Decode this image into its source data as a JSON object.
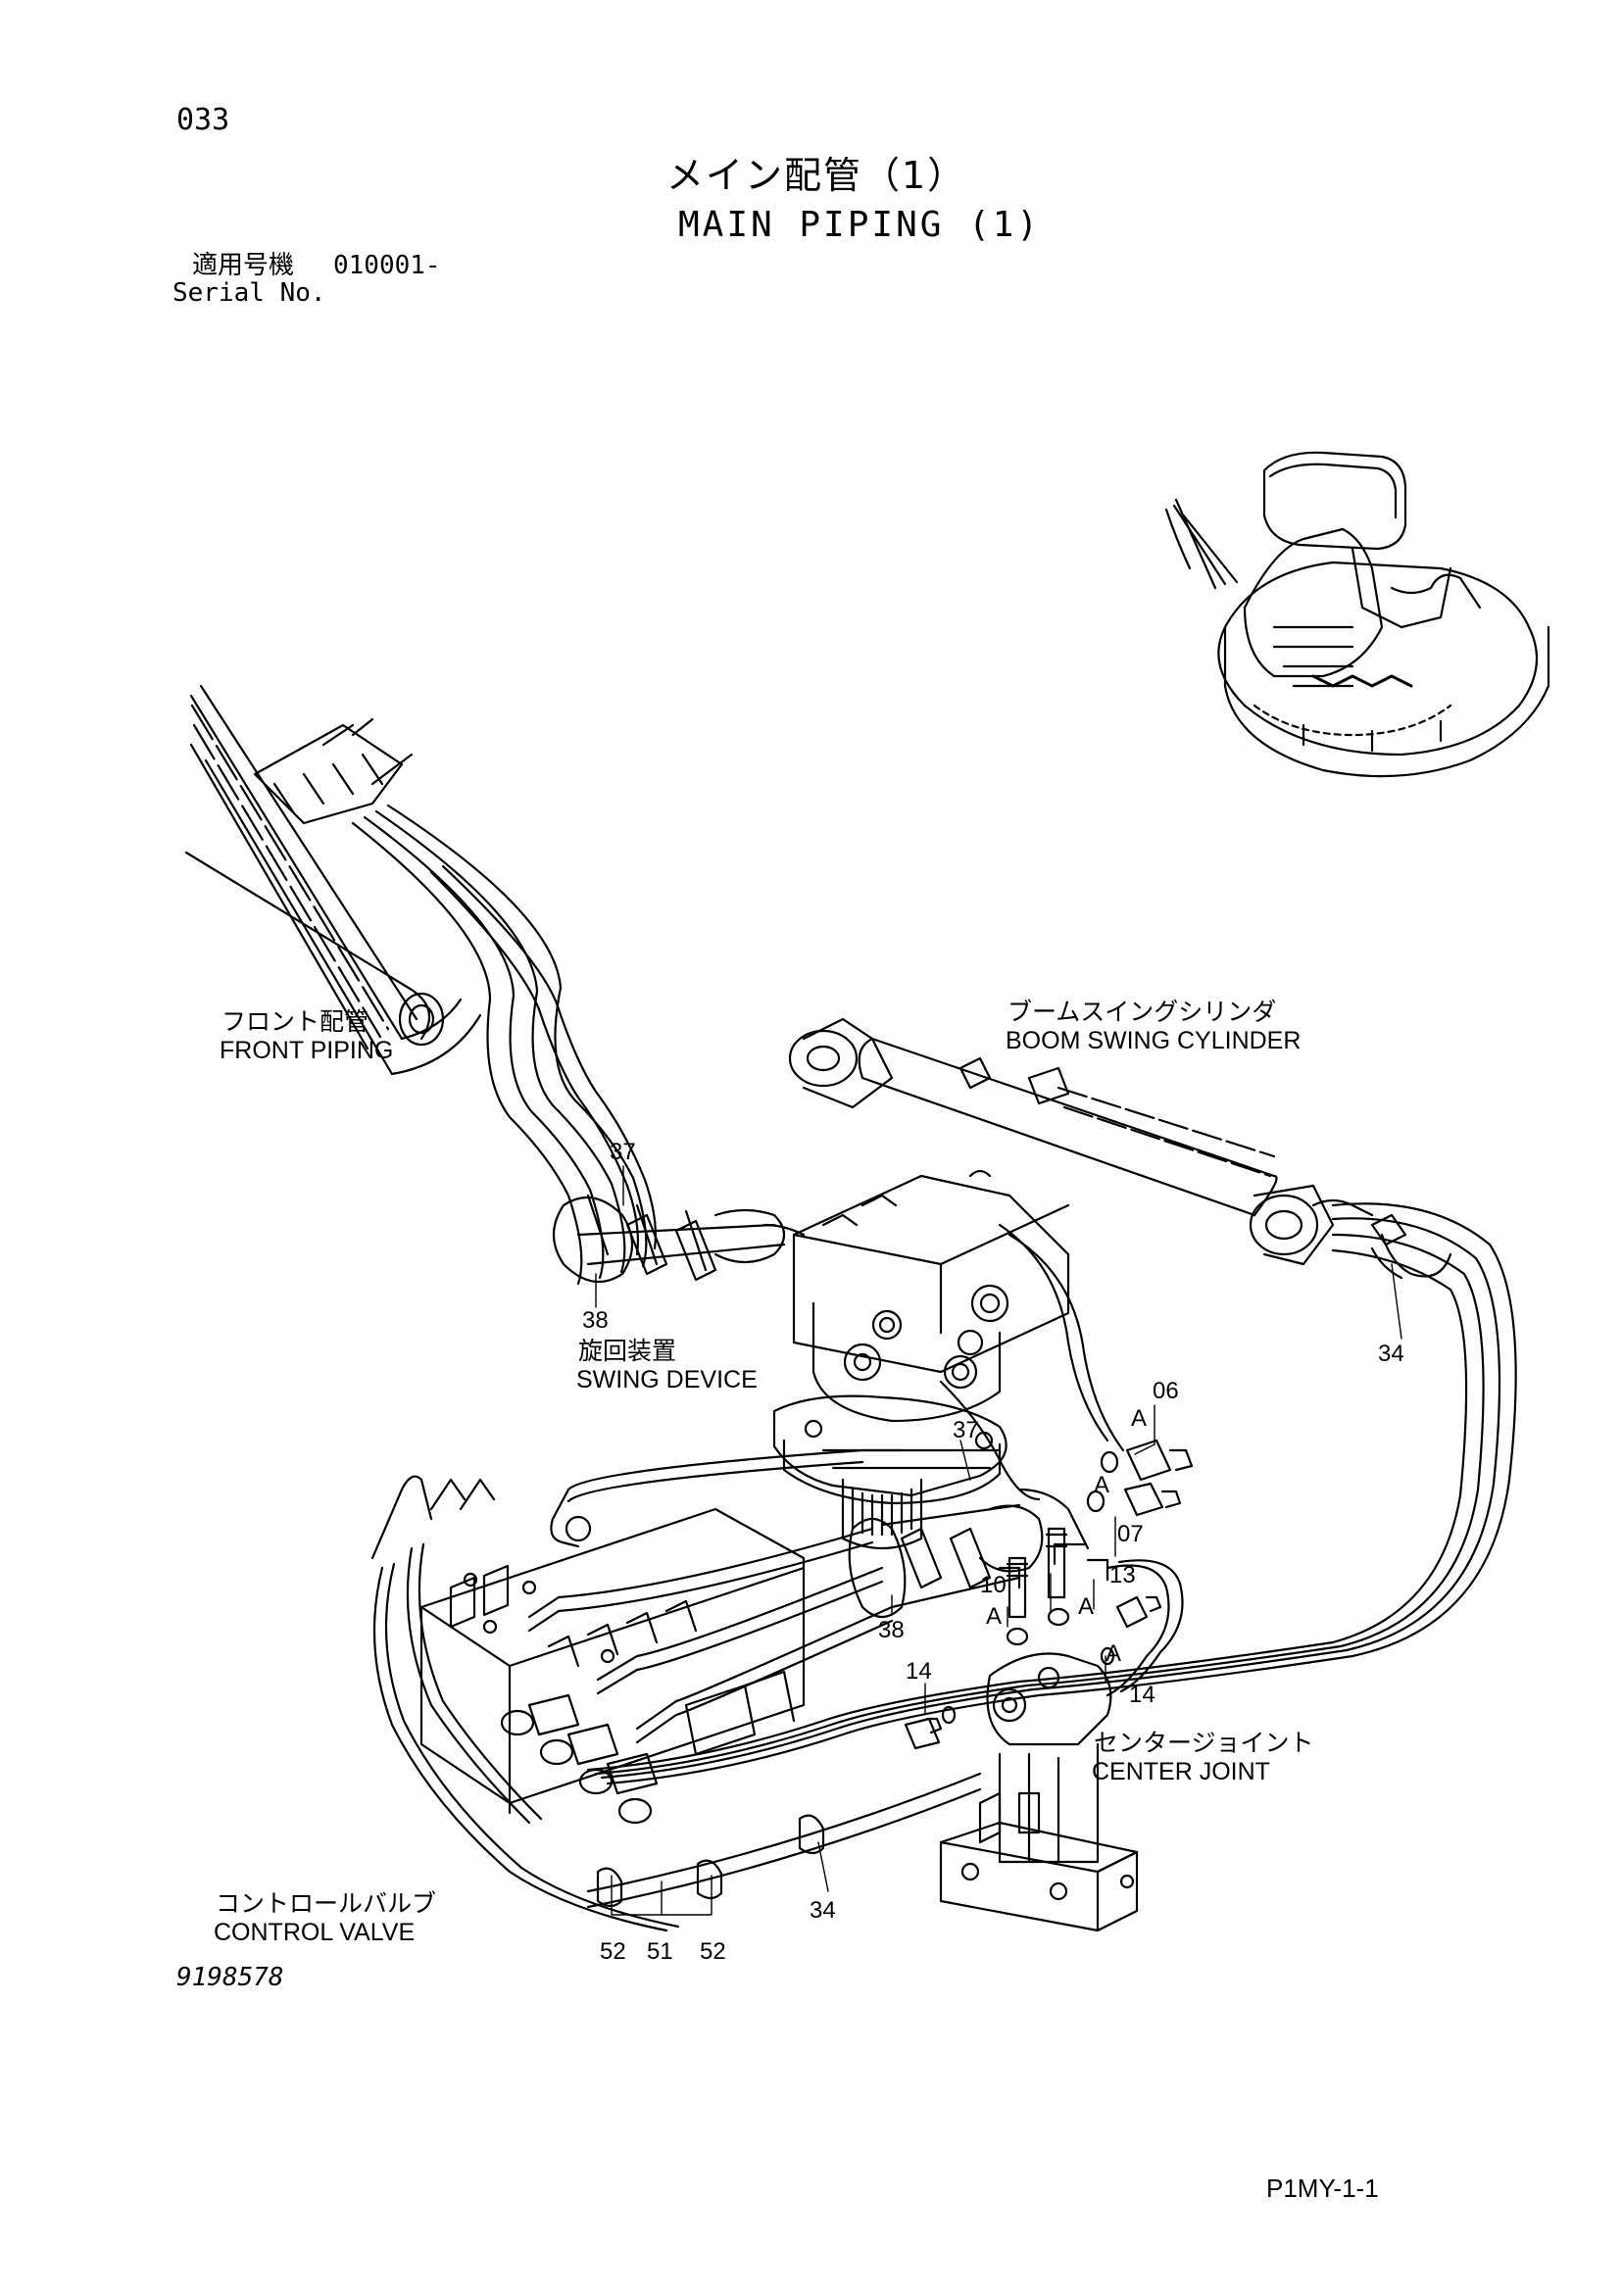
{
  "page_number": "033",
  "title_jp": "メイン配管（1）",
  "title_en": "MAIN PIPING (1)",
  "serial_label_jp": "適用号機",
  "serial_value": "010001-",
  "serial_label_en": "Serial No.",
  "labels": {
    "front_piping_jp": "フロント配管",
    "front_piping_en": "FRONT PIPING",
    "boom_swing_cylinder_jp": "ブームスイングシリンダ",
    "boom_swing_cylinder_en": "BOOM SWING CYLINDER",
    "swing_device_jp": "旋回装置",
    "swing_device_en": "SWING DEVICE",
    "center_joint_jp": "センタージョイント",
    "center_joint_en": "CENTER JOINT",
    "control_valve_jp": "コントロールバルブ",
    "control_valve_en": "CONTROL VALVE"
  },
  "callouts": {
    "c37a": "37",
    "c38a": "38",
    "c34a": "34",
    "c06": "06",
    "cA1": "A",
    "c37b": "37",
    "cA2": "A",
    "c07": "07",
    "c10": "10",
    "c13": "13",
    "cA3": "A",
    "cA4": "A",
    "c38b": "38",
    "cA5": "A",
    "c14a": "14",
    "c14b": "14",
    "c34b": "34",
    "c52a": "52",
    "c51": "51",
    "c52b": "52"
  },
  "drawing_number": "9198578",
  "drawing_code": "P1MY-1-1"
}
